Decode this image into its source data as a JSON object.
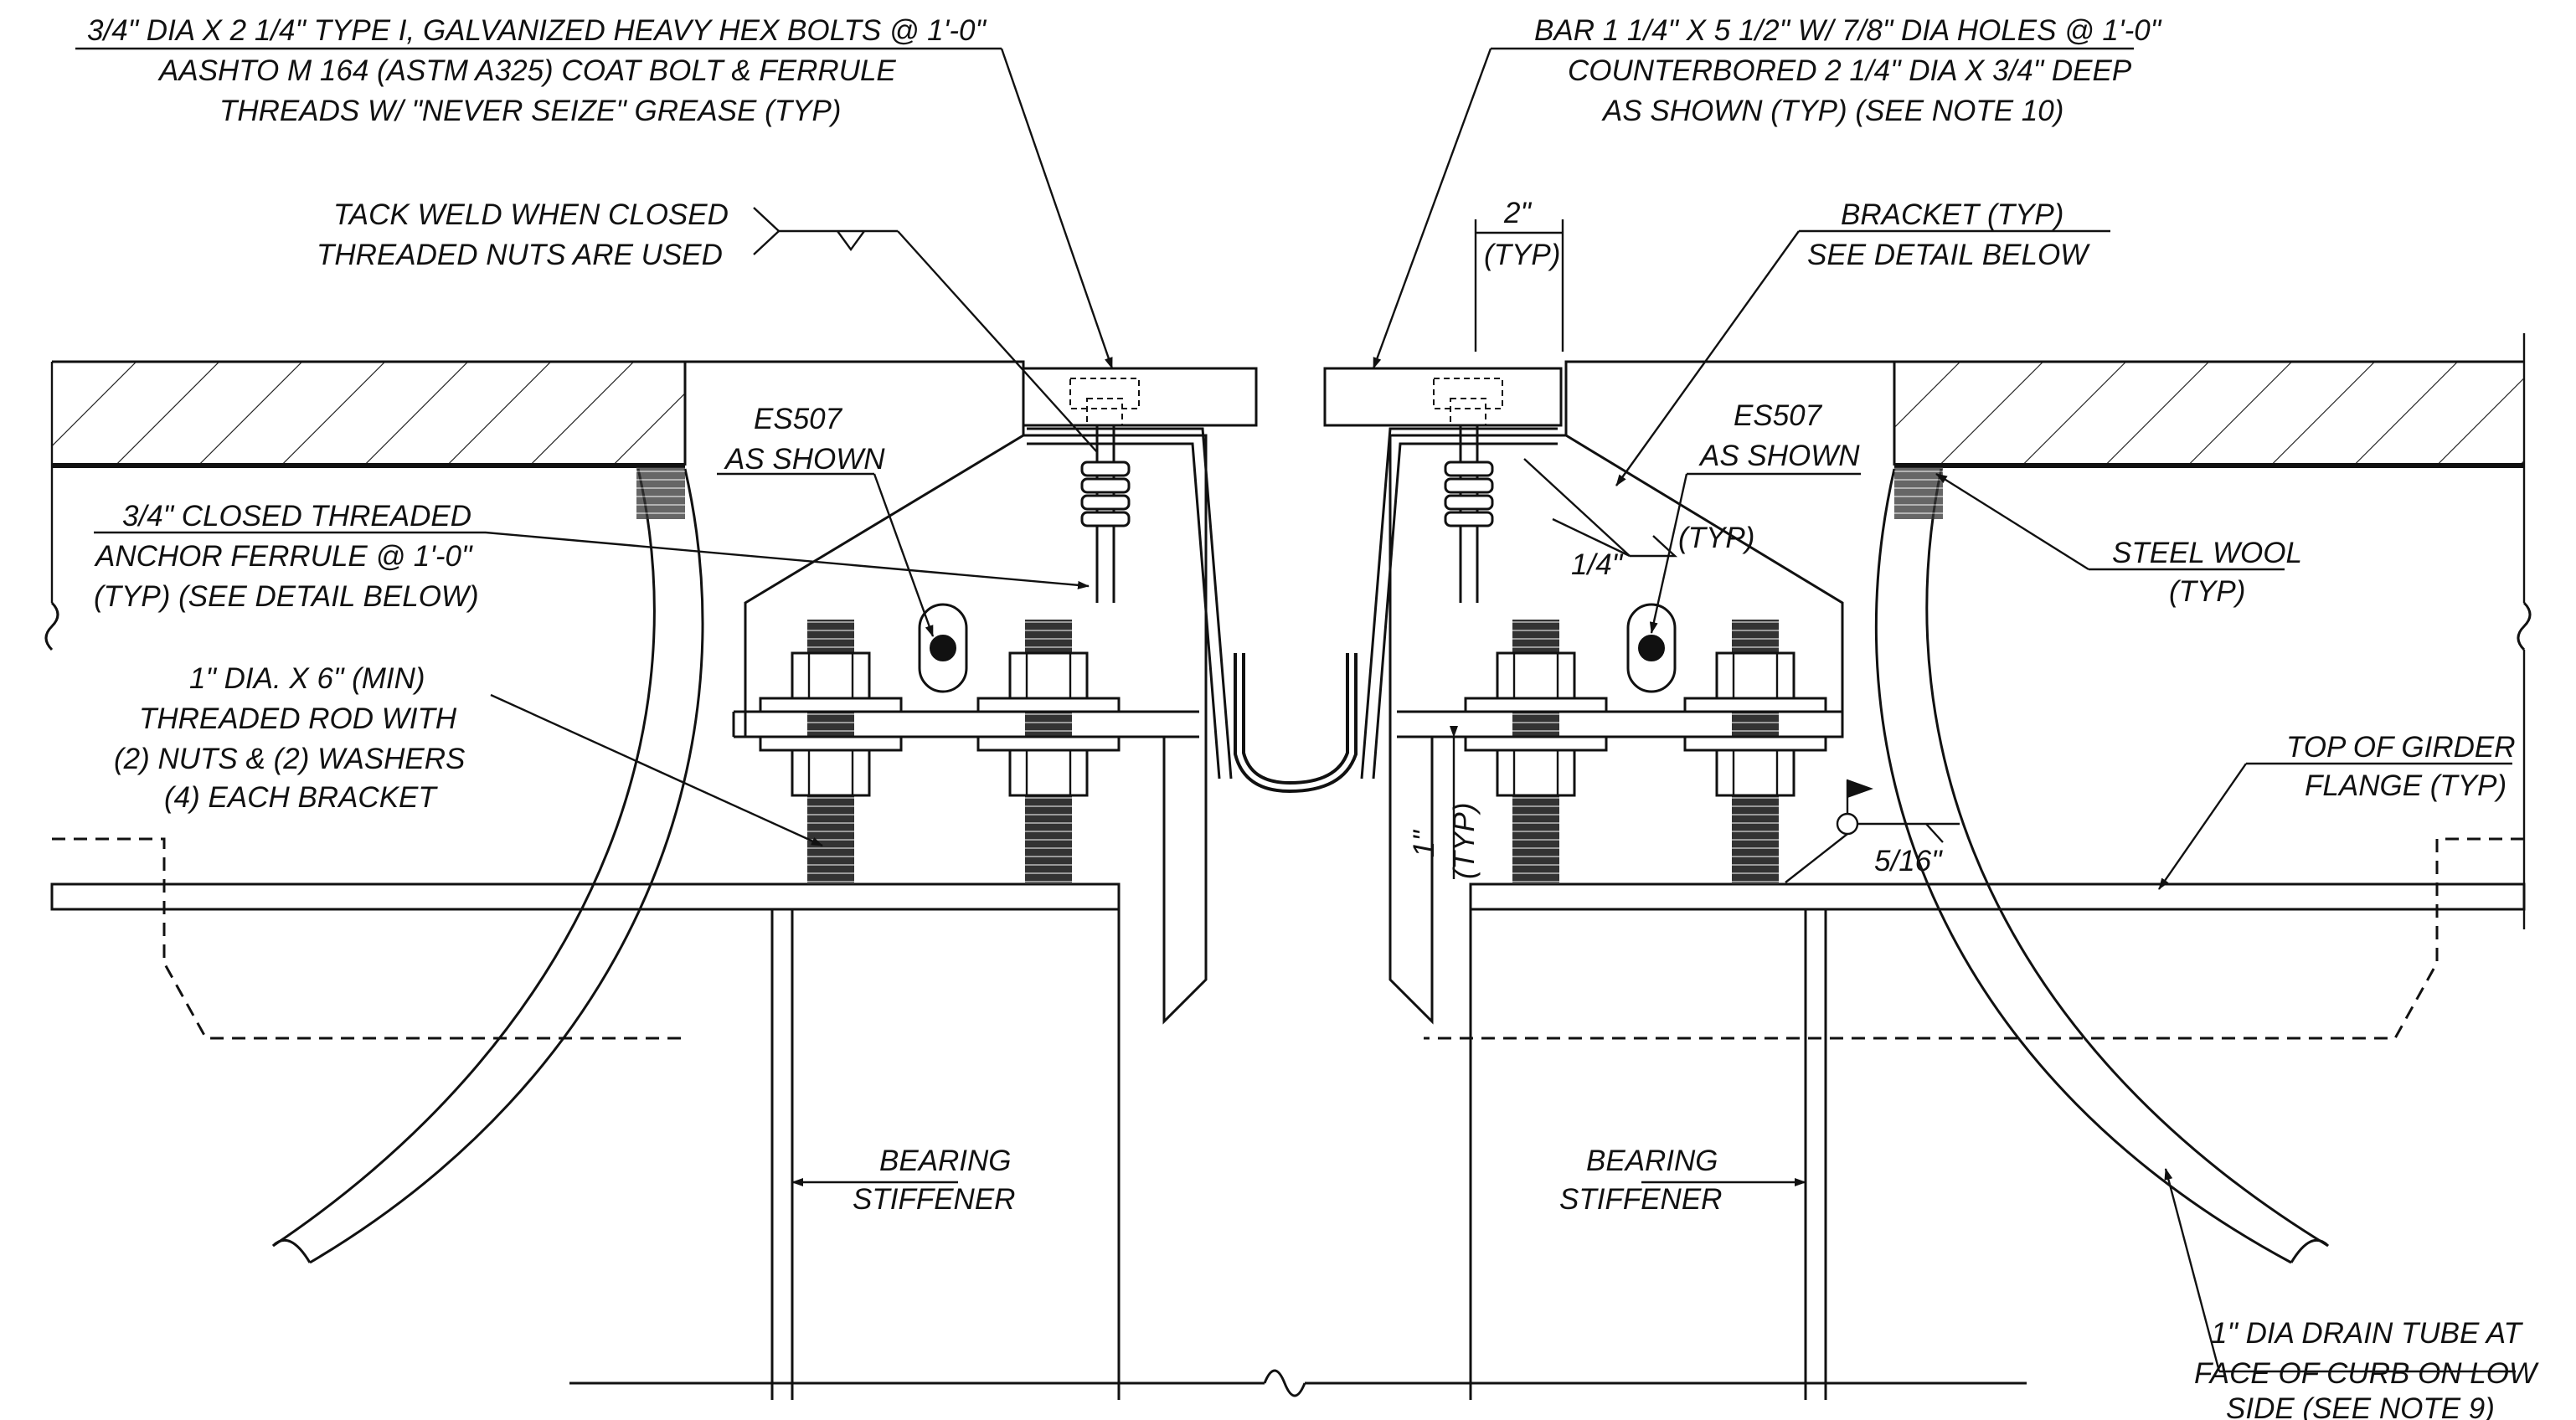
{
  "notes": {
    "bolts": [
      "3/4\" DIA X 2 1/4\" TYPE I, GALVANIZED HEAVY HEX BOLTS @ 1'-0\"",
      "AASHTO M 164 (ASTM A325) COAT BOLT & FERRULE",
      "THREADS W/ \"NEVER SEIZE\" GREASE (TYP)"
    ],
    "bar": [
      "BAR 1 1/4\" X 5 1/2\" W/ 7/8\" DIA HOLES @ 1'-0\"",
      "COUNTERBORED 2 1/4\" DIA X 3/4\" DEEP",
      "AS SHOWN (TYP) (SEE NOTE 10)"
    ],
    "tack_weld": [
      "TACK WELD WHEN CLOSED",
      "THREADED NUTS ARE USED"
    ],
    "dim_2in": [
      "2\"",
      "(TYP)"
    ],
    "bracket": [
      "BRACKET (TYP)",
      "SEE DETAIL BELOW"
    ],
    "es507_left": [
      "ES507",
      "AS SHOWN"
    ],
    "es507_right": [
      "ES507",
      "AS SHOWN"
    ],
    "ferrule": [
      "3/4\" CLOSED THREADED",
      "ANCHOR FERRULE @ 1'-0\"",
      "(TYP) (SEE DETAIL BELOW)"
    ],
    "weld_quarter": [
      "1/4\"",
      "(TYP)"
    ],
    "steel_wool": [
      "STEEL WOOL",
      "(TYP)"
    ],
    "threaded_rod": [
      "1\" DIA. X 6\" (MIN)",
      "THREADED ROD WITH",
      "(2) NUTS & (2) WASHERS",
      "(4) EACH BRACKET"
    ],
    "top_of_girder": [
      "TOP OF GIRDER",
      "FLANGE (TYP)"
    ],
    "dim_1in": [
      "1\"",
      "(TYP)"
    ],
    "weld_5_16": "5/16\"",
    "bearing_left": [
      "BEARING",
      "STIFFENER"
    ],
    "bearing_right": [
      "BEARING",
      "STIFFENER"
    ],
    "drain_tube": [
      "1\" DIA DRAIN TUBE AT",
      "FACE OF CURB ON LOW",
      "SIDE (SEE NOTE 9)"
    ]
  },
  "colors": {
    "ink": "#111111",
    "paper": "#ffffff"
  }
}
